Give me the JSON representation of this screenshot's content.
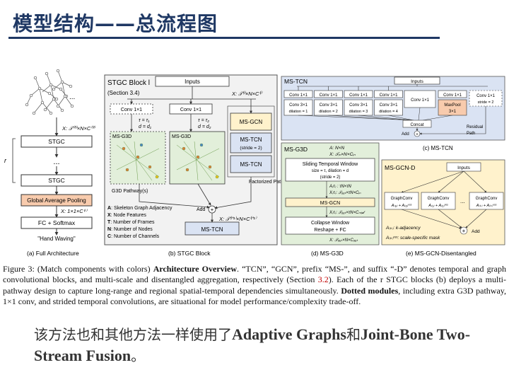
{
  "slide": {
    "title": "模型结构——总流程图"
  },
  "full_arch": {
    "ellipsis_top": "...",
    "x_shape": "X: 𝒯⁽⁰⁾×N×C⁽⁰⁾",
    "stgc1": "STGC",
    "dots": "...",
    "r_label": "r",
    "stgc2": "STGC",
    "gap": "Global Average Pooling",
    "pool_shape": "X: 1×1×C⁽ʳ⁾",
    "fc": "FC + Softmax",
    "pred": "\"Hand Waving\"",
    "sub": "(a) Full Architecture"
  },
  "stgc_block": {
    "title": "STGC Block l",
    "section": "(Section 3.4)",
    "inputs": "Inputs",
    "in_shape": "X: 𝒯⁽ˡ⁾×N×C⁽ˡ⁾",
    "conv_a": "Conv 1×1",
    "conv_b": "Conv 1×1",
    "tau_a": "τ = τ₁",
    "d_a": "d = d₁",
    "tau_b": "τ = τ₂",
    "d_b": "d = d₂",
    "msg3d_a": "MS-G3D",
    "msg3d_b": "MS-G3D",
    "msgcn": "MS-GCN",
    "mstcn": "MS-TCN",
    "stride": "(stride = 2)",
    "mstcn2": "MS-TCN",
    "factorized": "Factorized Pathway",
    "g3d_pathway": "G3D Pathway(s)",
    "add": "Add",
    "out_shape": "X: 𝒯⁽ˡ⁺¹⁾×N×C⁽ˡ⁺¹⁾",
    "mstcn_out": "MS-TCN",
    "legend": [
      {
        "key": "A",
        "text": ": Skeleton Graph Adjacency"
      },
      {
        "key": "X",
        "text": ": Node Features"
      },
      {
        "key": "T",
        "text": ": Number of Frames"
      },
      {
        "key": "N",
        "text": ": Number of Nodes"
      },
      {
        "key": "C",
        "text": ": Number of Channels"
      }
    ],
    "sub": "(b) STGC Block"
  },
  "ms_tcn": {
    "title": "MS-TCN",
    "inputs": "Inputs",
    "branches": [
      {
        "top": "Conv 1×1",
        "bottom": "Conv 3×1",
        "dil": "dilation = 1"
      },
      {
        "top": "Conv 1×1",
        "bottom": "Conv 3×1",
        "dil": "dilation = 2"
      },
      {
        "top": "Conv 1×1",
        "bottom": "Conv 3×1",
        "dil": "dilation = 3"
      },
      {
        "top": "Conv 1×1",
        "bottom": "Conv 3×1",
        "dil": "dilation = 4"
      }
    ],
    "conv_single": "Conv 1×1",
    "pool_conv": "Conv 1×1",
    "maxpool": "MaxPool",
    "maxpool_k": "3×1",
    "residual_conv": "Conv 1×1",
    "residual_stride": "stride = 2",
    "concat": "Concat",
    "add": "Add",
    "residual": "Residual",
    "path": "Path",
    "sub": "(c) MS-TCN"
  },
  "ms_g3d": {
    "title": "MS-G3D",
    "a_shape": "A: N×N",
    "x_shape": "X: 𝒯ᵢₙ×N×Cᵢₙ",
    "sliding": "Sliding Temporal Window",
    "sliding_param": "size = τ, dilation = d",
    "sliding_stride": "(stride = 2)",
    "a_tau": "A₍τ₎ : τN×τN",
    "x_tau": "X₍τ₎: 𝒯ₒᵤₜ×τN×Cᵢₙ",
    "msgcn": "MS-GCN",
    "x_mid": "X₍τ₎: 𝒯ₒᵤₜ×τN×Cₘᵢ𝒹",
    "collapse": "Collapse Window",
    "reshape": "Reshape + FC",
    "x_out": "X: 𝒯ₒᵤₜ×N×Cₒᵤₜ",
    "sub": "(d) MS-G3D"
  },
  "ms_gcn_d": {
    "title": "MS-GCN-D",
    "inputs": "Inputs",
    "gc0": "GraphConv",
    "gc0_sub": "A₍₀₎ + A₍₀₎ʳᵉˢ",
    "gc1": "GraphConv",
    "gc1_sub": "A₍₁₎ + A₍₁₎ʳᵉˢ",
    "gck": "GraphConv",
    "gck_sub": "A₍ₖ₎ + A₍ₖ₎ʳᵉˢ",
    "dots": "...",
    "add": "Add",
    "ak": "A₍ₖ₎: k-adjacency",
    "ares": "A₍ₖ₎ʳᵉˢ: scale-specific mask",
    "sub": "(e) MS-GCN-Disentangled"
  },
  "caption": {
    "lead": "Figure 3:  (Match components with colors) ",
    "bold1": "Architecture Overview",
    "p1": ".  “TCN”, “GCN”, prefix “MS-”, and suffix “-D” denotes temporal and graph convolutional blocks, and multi-scale and disentangled aggregation, respectively (Section ",
    "ref": "3.2",
    "p2": ").  Each of the r STGC blocks (b) deploys a multi-pathway design to capture long-range and regional spatial-temporal dependencies simultaneously. ",
    "bold2": "Dotted modules",
    "p3": ", including extra G3D pathway, 1×1 conv, and strided temporal convolutions, are situational for model performance/complexity trade-off."
  },
  "note": {
    "prefix": "该方法也和其他方法一样使用了",
    "bold1": "Adaptive Graphs",
    "mid": "和",
    "bold2": "Joint-Bone Two-Stream Fusion",
    "suffix": "。"
  },
  "colors": {
    "title": "#1f3864",
    "gap_fill": "#f8cbad",
    "msg3d_fill": "#e2efda",
    "mstcn_fill": "#dae3f3",
    "msgcn_fill": "#fff2cc",
    "msgcnd_fill": "#fff2cc",
    "stgc_block_fill": "#f2f2f2",
    "maxpool_fill": "#f8cbad"
  }
}
